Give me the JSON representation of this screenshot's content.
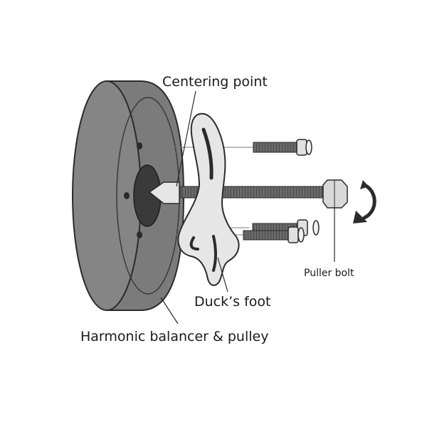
{
  "labels": {
    "centering_point": "Centering point",
    "puller_bolt": "Puller bolt",
    "ducks_foot": "Duck’s foot",
    "harmonic_balancer": "Harmonic balancer & pulley"
  },
  "colors": {
    "balancer_face": "#858585",
    "balancer_side": "#7b7b7b",
    "hub": "#3a3a3a",
    "bolt": "#6d6d6d",
    "outline": "#2b2b2b",
    "puller_body": "#e6e6e6"
  }
}
